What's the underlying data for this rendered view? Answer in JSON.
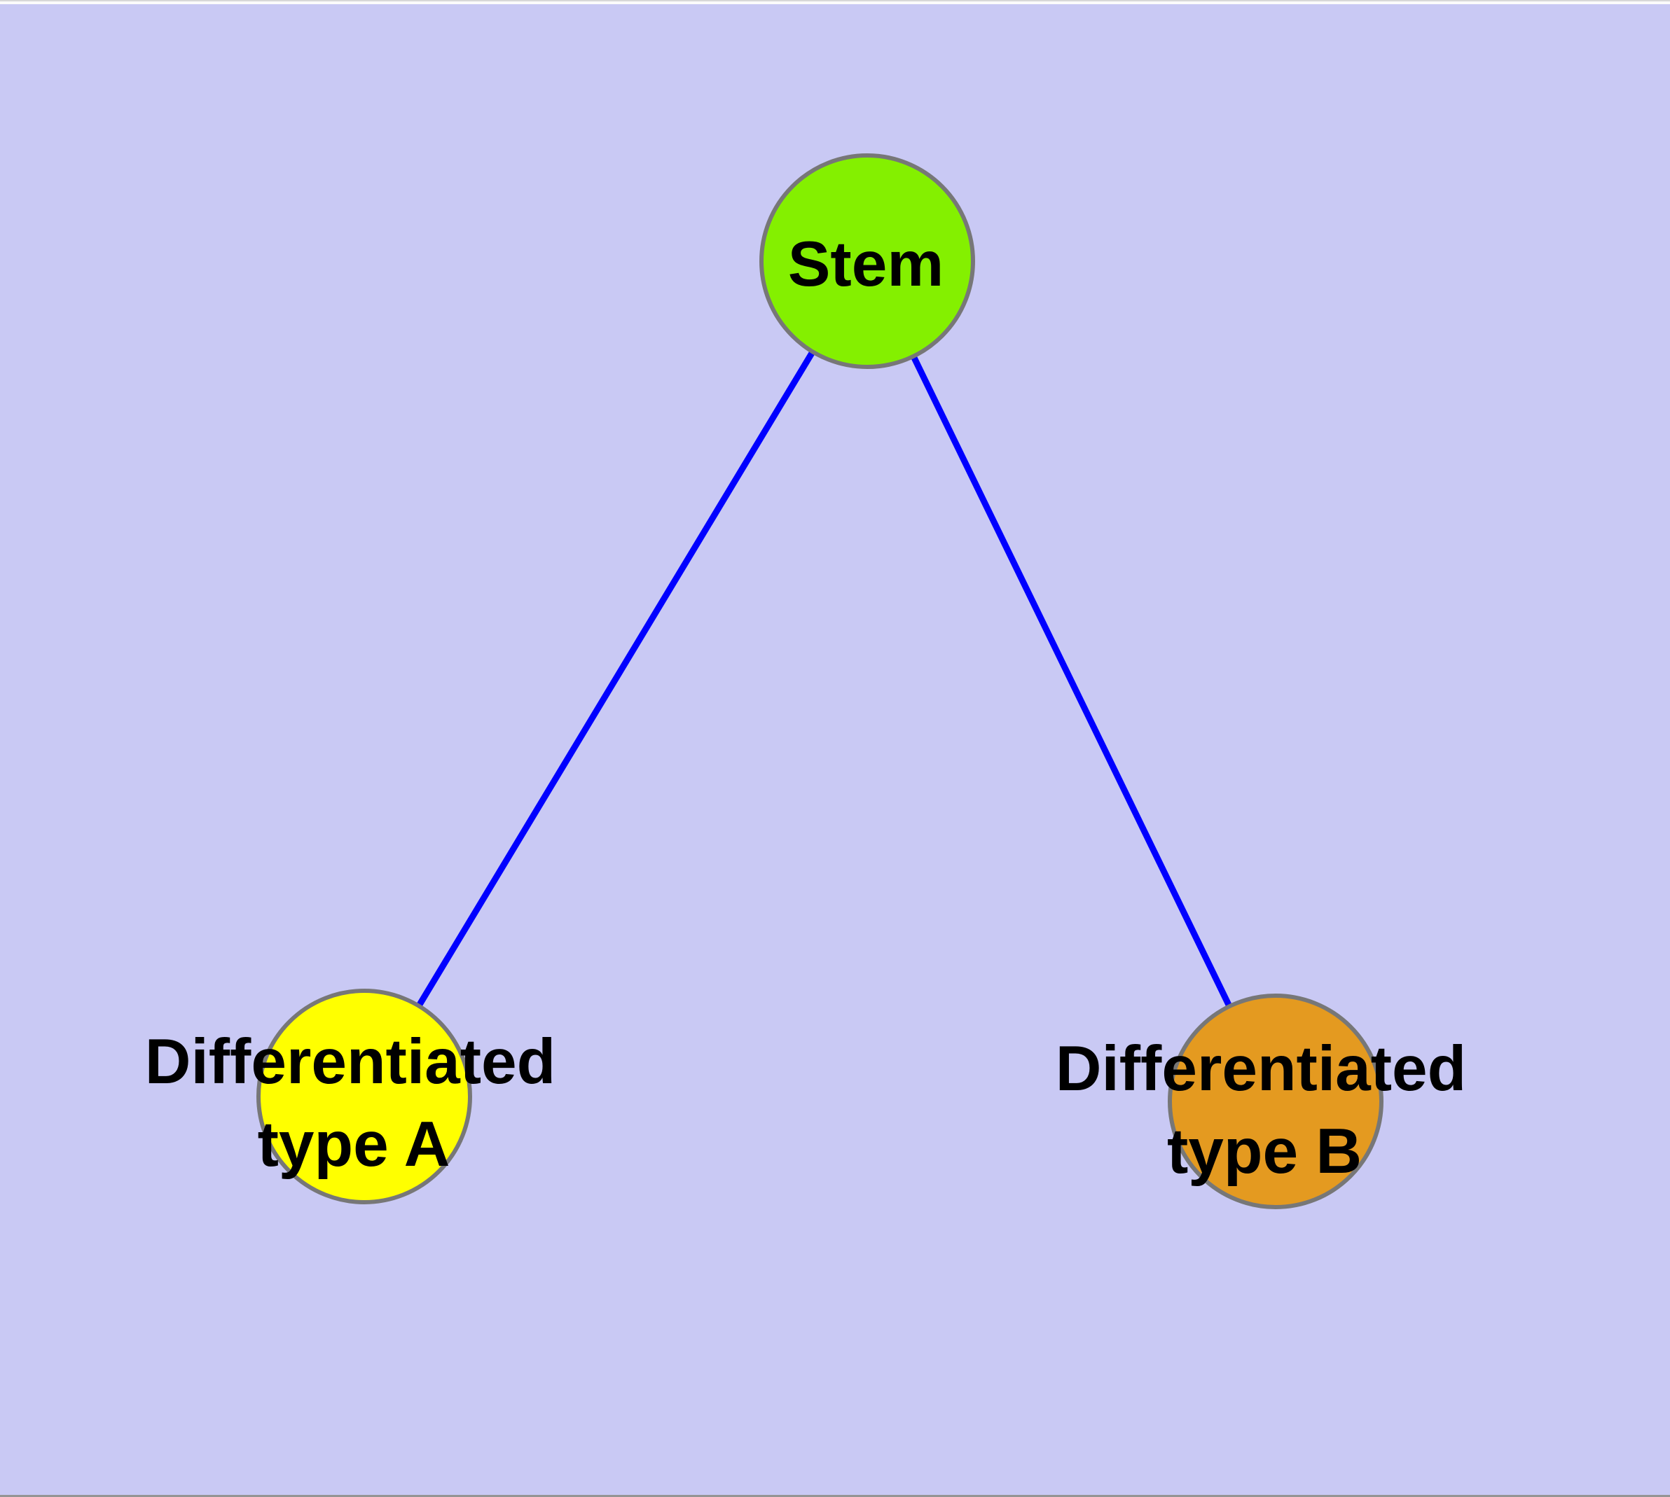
{
  "diagram": {
    "type": "graph",
    "background_color": "#C9C9F4",
    "edge_color": "#0000FF",
    "node_border_color": "#777777",
    "label_color": "#000000",
    "nodes": [
      {
        "id": "stem",
        "label": "Stem",
        "lines": [
          "Stem"
        ],
        "fill": "#84F000"
      },
      {
        "id": "differentiated-type-a",
        "label": "Differentiated type A",
        "lines": [
          "Differentiated",
          "type A"
        ],
        "fill": "#FFFF00"
      },
      {
        "id": "differentiated-type-b",
        "label": "Differentiated type B",
        "lines": [
          "Differentiated",
          "type B"
        ],
        "fill": "#E49A20"
      }
    ],
    "edges": [
      {
        "from": "Stem",
        "to": "Differentiated type A"
      },
      {
        "from": "Stem",
        "to": "Differentiated type B"
      }
    ]
  }
}
